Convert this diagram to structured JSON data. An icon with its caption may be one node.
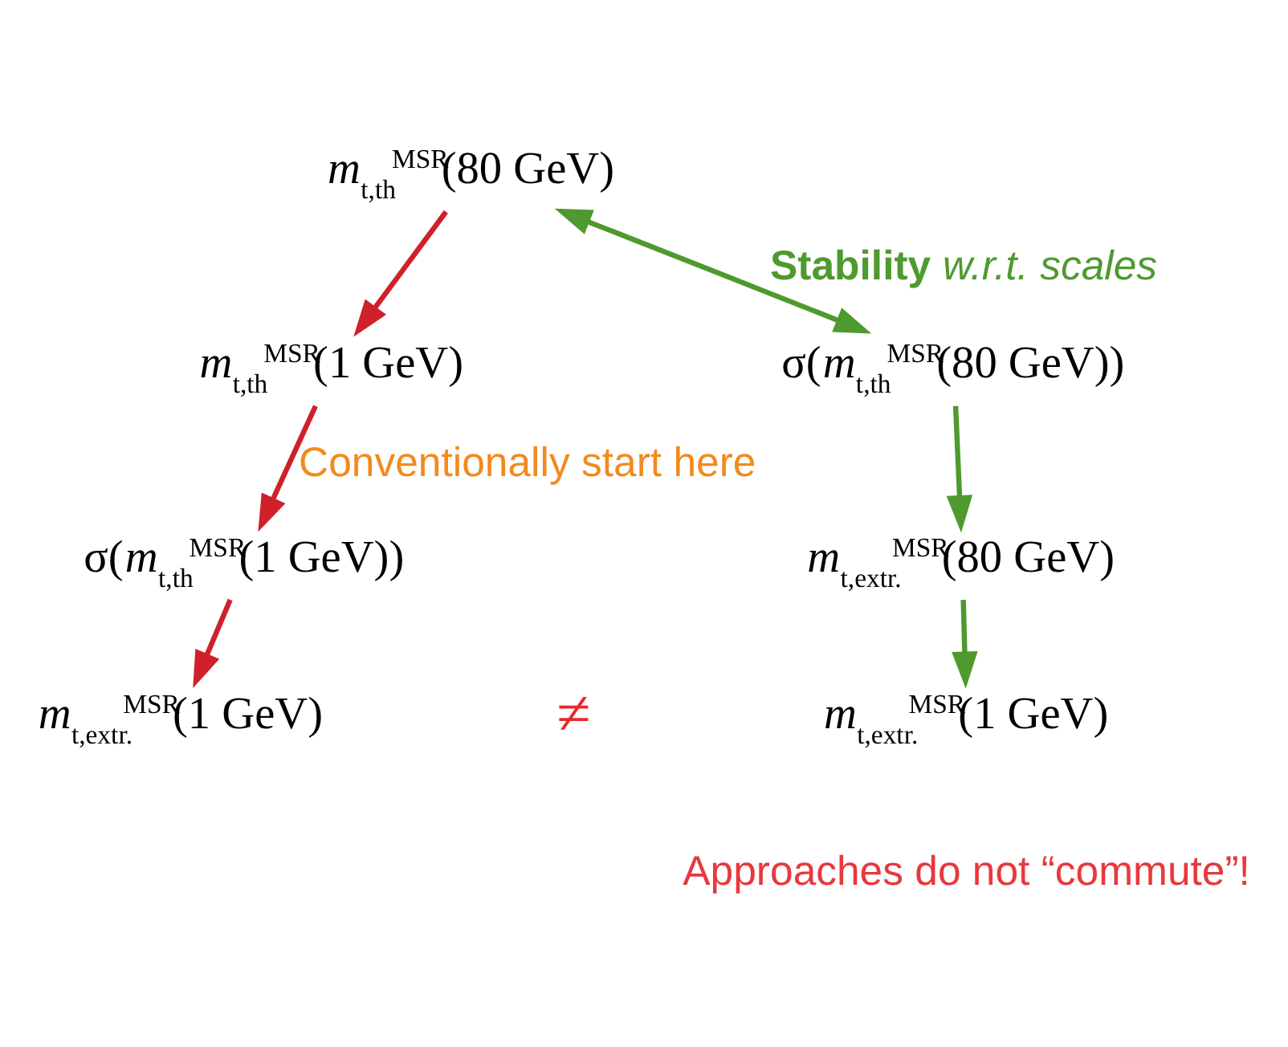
{
  "diagram": {
    "nodes": [
      {
        "text": [
          "*m*$_{t,th}$$^{MSR}$(80 GeV)"
        ]
      },
      {
        "text": [
          "σ(*m*$_{t,th}$$^{MSR}$(80 GeV))"
        ]
      },
      {
        "text": [
          "*m*$_{t,th}$$^{MSR}$(1 GeV)"
        ]
      },
      {
        "text": [
          "*m*$_{t,extr.}$$^{MSR}$(80 GeV)"
        ]
      },
      {
        "text": [
          "σ(*m*$_{t,th}$$^{MSR}$(1 GeV))"
        ]
      },
      {
        "text": [
          "*m*$_{t,extr.}$$^{MSR}$(1 GeV)"
        ]
      },
      {
        "text": [
          "*m*$_{t,extr.}$$^{MSR}$(1 GeV)"
        ]
      }
    ],
    "edges": [
      {
        "from": 0,
        "to": 1,
        "arrow": "both",
        "color": "#4e9a2e",
        "label": "**Stability** w.r.t. scales"
      },
      {
        "from": 0,
        "to": 2,
        "arrow": "to",
        "color": "#d0202a"
      },
      {
        "from": 1,
        "to": 3,
        "arrow": "to",
        "color": "#4e9a2e"
      },
      {
        "from": 2,
        "to": 4,
        "arrow": "to",
        "color": "#d0202a",
        "label": "Conventionally start here"
      },
      {
        "from": 3,
        "to": 5,
        "arrow": "to",
        "color": "#4e9a2e"
      },
      {
        "from": 4,
        "to": 6,
        "arrow": "to",
        "color": "#d0202a"
      }
    ],
    "labels": [
      "≠",
      "Approaches do not “commute”!"
    ]
  }
}
